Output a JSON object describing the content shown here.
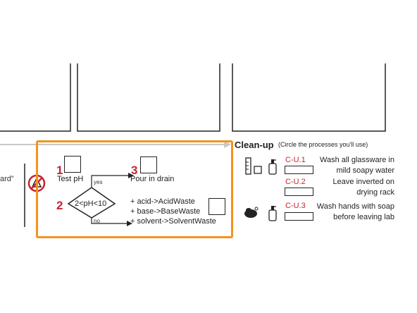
{
  "cut_left": "ard”",
  "flow": {
    "step1": {
      "num": "1",
      "label": "Test pH"
    },
    "step2": {
      "num": "2",
      "condition": "2<pH<10",
      "yes": "yes",
      "no": "no"
    },
    "step3": {
      "num": "3",
      "label": "Pour in drain"
    },
    "waste": [
      "+ acid->AcidWaste",
      "+ base->BaseWaste",
      "+ solvent->SolventWaste"
    ]
  },
  "cleanup": {
    "title": "Clean-up",
    "subtitle": "(Circle the processes you'll use)",
    "items": [
      {
        "code": "C-U.1",
        "desc_lines": [
          "Wash all glassware in",
          "mild soapy water"
        ]
      },
      {
        "code": "C-U.2",
        "desc_lines": [
          "Leave inverted on",
          "drying rack"
        ]
      },
      {
        "code": "C-U.3",
        "desc_lines": [
          "Wash hands with soap",
          "before leaving lab"
        ]
      }
    ]
  },
  "colors": {
    "highlight": "#f5921e",
    "accent": "#c8232c",
    "arrow_gray": "#c8c8c8"
  }
}
